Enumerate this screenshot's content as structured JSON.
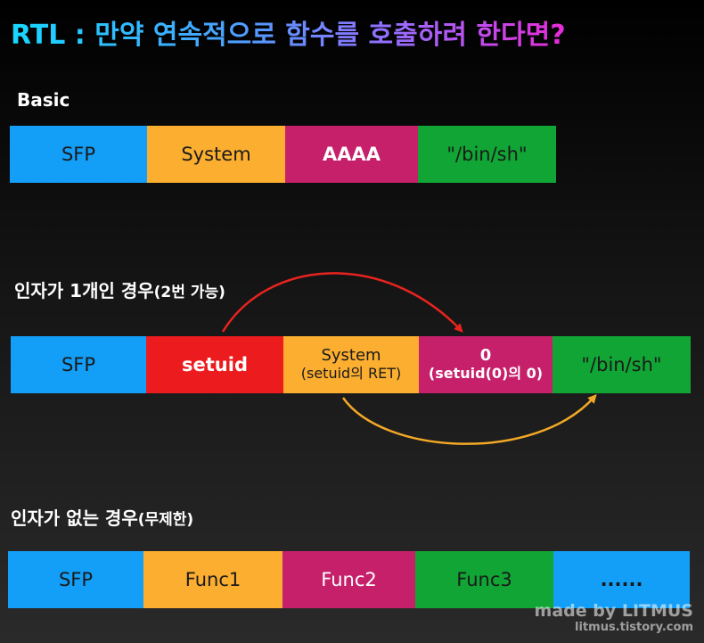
{
  "title": "RTL : 만약 연속적으로 함수를 호출하려 한다면?",
  "sections": {
    "basic": {
      "label": "Basic",
      "cells": [
        "SFP",
        "System",
        "AAAA",
        "\"/bin/sh\""
      ]
    },
    "one_arg": {
      "label": "인자가 1개인 경우",
      "label_note": "(2번 가능)",
      "cells": [
        {
          "main": "SFP"
        },
        {
          "main": "setuid"
        },
        {
          "main": "System",
          "sub": "(setuid의 RET)"
        },
        {
          "main": "0",
          "sub": "(setuid(0)의 0)"
        },
        {
          "main": "\"/bin/sh\""
        }
      ]
    },
    "no_arg": {
      "label": "인자가 없는 경우",
      "label_note": "(무제한)",
      "cells": [
        "SFP",
        "Func1",
        "Func2",
        "Func3",
        "......"
      ]
    }
  },
  "colors": {
    "blue": "#139ef8",
    "orange": "#fbae30",
    "magenta": "#c6206b",
    "green": "#10a534",
    "red": "#ec1b1e",
    "arrow_red": "#e8231f",
    "arrow_orange": "#f3a826"
  },
  "watermark": {
    "line1": "made by LITMUS",
    "line2": "litmus.tistory.com"
  }
}
